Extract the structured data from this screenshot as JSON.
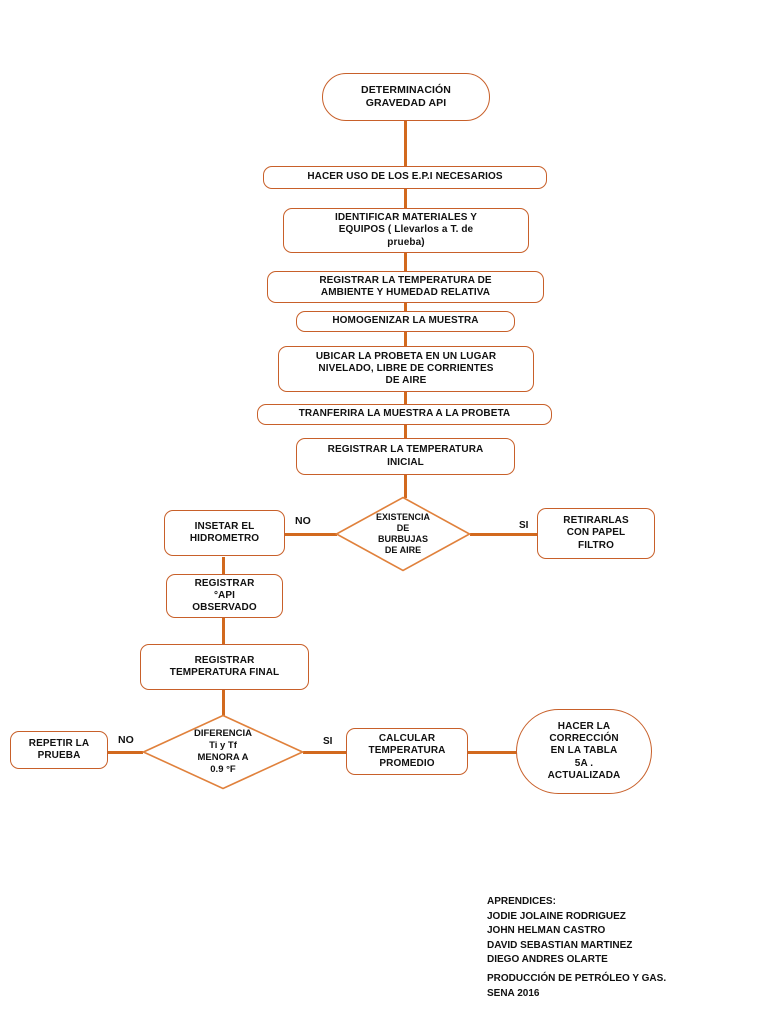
{
  "diagram": {
    "title": "DETERMINACIÓN GRAVEDAD API",
    "accent_border": "#c8602a",
    "connector_color": "#d2691e",
    "nodes": {
      "start": "DETERMINACIÓN\nGRAVEDAD API",
      "epi": "HACER USO DE LOS E.P.I  NECESARIOS",
      "identificar": "IDENTIFICAR MATERIALES Y\nEQUIPOS ( Llevarlos a T. de\nprueba)",
      "registrar_ambiente": "REGISTRAR LA TEMPERATURA DE\nAMBIENTE Y HUMEDAD RELATIVA",
      "homogenizar": "HOMOGENIZAR LA MUESTRA",
      "ubicar": "UBICAR LA PROBETA EN UN LUGAR\nNIVELADO, LIBRE DE CORRIENTES\nDE AIRE",
      "tranferir": "TRANFERIRA LA MUESTRA A LA PROBETA",
      "temp_inicial": "REGISTRAR LA TEMPERATURA\nINICIAL",
      "decision_burbujas": "EXISTENCIA\nDE\nBURBUJAS\nDE AIRE",
      "insertar": "INSETAR EL\nHIDROMETRO",
      "retirarlas": "RETIRARLAS\nCON PAPEL\nFILTRO",
      "registrar_api": "REGISTRAR\n°API\nOBSERVADO",
      "temp_final": "REGISTRAR\nTEMPERATURA FINAL",
      "decision_diferencia": "DIFERENCIA\nTi y Tf\nMENORA A\n0.9 °F",
      "repetir": "REPETIR LA\nPRUEBA",
      "calcular": "CALCULAR\nTEMPERATURA\nPROMEDIO",
      "correccion": "HACER LA\nCORRECCIÓN\nEN LA TABLA\n5A .\nACTUALIZADA"
    },
    "edge_labels": {
      "burbujas_no": "NO",
      "burbujas_si": "SI",
      "diferencia_no": "NO",
      "diferencia_si": "SI"
    },
    "footer": {
      "credits": "APRENDICES:\nJODIE JOLAINE RODRIGUEZ\nJOHN HELMAN CASTRO\nDAVID SEBASTIAN MARTINEZ\nDIEGO ANDRES OLARTE",
      "course": "PRODUCCIÓN DE PETRÓLEO Y GAS.\nSENA 2016"
    }
  }
}
